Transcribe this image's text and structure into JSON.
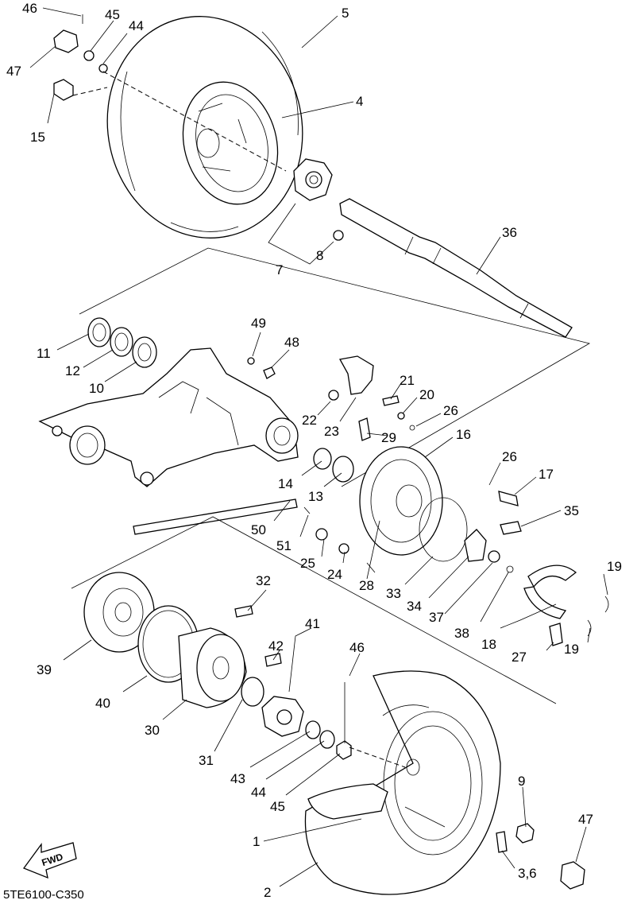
{
  "diagram": {
    "drawing_code": "5TE6100-C350",
    "fwd_label": "FWD",
    "callouts": {
      "c1": "1",
      "c2": "2",
      "c3_6": "3,6",
      "c4": "4",
      "c5": "5",
      "c7": "7",
      "c8": "8",
      "c9": "9",
      "c10": "10",
      "c11": "11",
      "c12": "12",
      "c13": "13",
      "c14": "14",
      "c15": "15",
      "c16": "16",
      "c17": "17",
      "c18": "18",
      "c19a": "19",
      "c19b": "19",
      "c20": "20",
      "c21": "21",
      "c22": "22",
      "c23": "23",
      "c24": "24",
      "c25": "25",
      "c26a": "26",
      "c26b": "26",
      "c27": "27",
      "c28": "28",
      "c29": "29",
      "c30": "30",
      "c31": "31",
      "c32": "32",
      "c33": "33",
      "c34": "34",
      "c35": "35",
      "c36": "36",
      "c37": "37",
      "c38": "38",
      "c39": "39",
      "c40": "40",
      "c41": "41",
      "c42": "42",
      "c43": "43",
      "c44a": "44",
      "c44b": "44",
      "c45a": "45",
      "c45b": "45",
      "c46a": "46",
      "c46b": "46",
      "c47a": "47",
      "c47b": "47",
      "c48": "48",
      "c49": "49",
      "c50": "50",
      "c51": "51"
    }
  }
}
